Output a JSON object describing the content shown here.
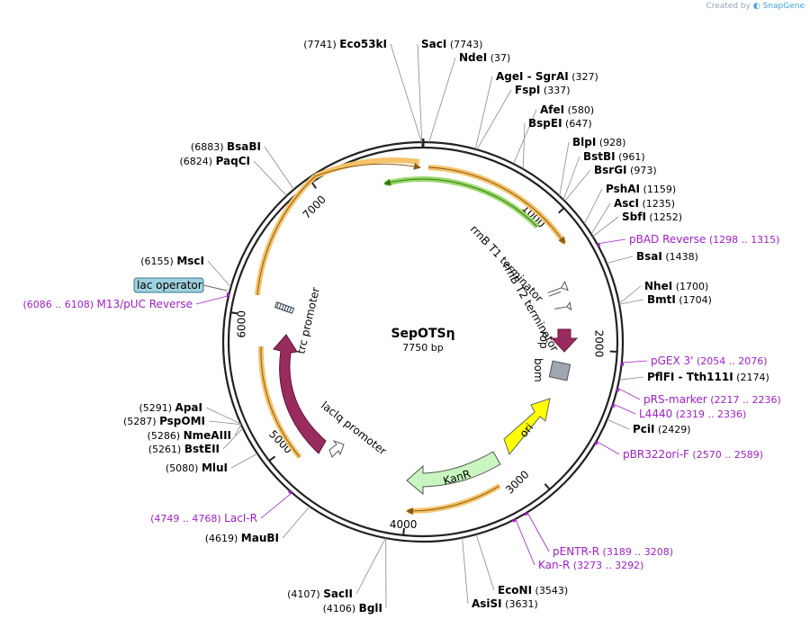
{
  "credit": {
    "prefix": "Created by",
    "brand": "SnapGene"
  },
  "plasmid": {
    "name": "SepOTSη",
    "length_label": "7750 bp",
    "length": 7750
  },
  "ticks": [
    {
      "label": "1000",
      "pos": 1000
    },
    {
      "label": "2000",
      "pos": 2000
    },
    {
      "label": "3000",
      "pos": 3000
    },
    {
      "label": "4000",
      "pos": 4000
    },
    {
      "label": "5000",
      "pos": 5000
    },
    {
      "label": "6000",
      "pos": 6000
    },
    {
      "label": "7000",
      "pos": 7000
    }
  ],
  "enzymes": [
    {
      "name": "Eco53kI",
      "pos_label": "(7741)",
      "pos": 7741
    },
    {
      "name": "SacI",
      "pos_label": "(7743)",
      "pos": 7743
    },
    {
      "name": "NdeI",
      "pos_label": "(37)",
      "pos": 37
    },
    {
      "name": "AgeI",
      "name2": "SgrAI",
      "pos_label": "(327)",
      "pos": 327
    },
    {
      "name": "FspI",
      "pos_label": "(337)",
      "pos": 337
    },
    {
      "name": "AfeI",
      "pos_label": "(580)",
      "pos": 580
    },
    {
      "name": "BspEI",
      "pos_label": "(647)",
      "pos": 647
    },
    {
      "name": "BlpI",
      "pos_label": "(928)",
      "pos": 928
    },
    {
      "name": "BstBI",
      "pos_label": "(961)",
      "pos": 961
    },
    {
      "name": "BsrGI",
      "pos_label": "(973)",
      "pos": 973
    },
    {
      "name": "PshAI",
      "pos_label": "(1159)",
      "pos": 1159
    },
    {
      "name": "AscI",
      "pos_label": "(1235)",
      "pos": 1235
    },
    {
      "name": "SbfI",
      "pos_label": "(1252)",
      "pos": 1252
    },
    {
      "name": "BsaI",
      "pos_label": "(1438)",
      "pos": 1438
    },
    {
      "name": "NheI",
      "pos_label": "(1700)",
      "pos": 1700
    },
    {
      "name": "BmtI",
      "pos_label": "(1704)",
      "pos": 1704
    },
    {
      "name": "PflFI",
      "name2": "Tth111I",
      "pos_label": "(2174)",
      "pos": 2174
    },
    {
      "name": "PciI",
      "pos_label": "(2429)",
      "pos": 2429
    },
    {
      "name": "EcoNI",
      "pos_label": "(3543)",
      "pos": 3543
    },
    {
      "name": "AsiSI",
      "pos_label": "(3631)",
      "pos": 3631
    },
    {
      "name": "SacII",
      "pos_label": "(4107)",
      "pos": 4107
    },
    {
      "name": "BglI",
      "pos_label": "(4106)",
      "pos": 4106
    },
    {
      "name": "MauBI",
      "pos_label": "(4619)",
      "pos": 4619
    },
    {
      "name": "MluI",
      "pos_label": "(5080)",
      "pos": 5080
    },
    {
      "name": "BstEII",
      "pos_label": "(5261)",
      "pos": 5261
    },
    {
      "name": "NmeAIII",
      "pos_label": "(5286)",
      "pos": 5286
    },
    {
      "name": "PspOMI",
      "pos_label": "(5287)",
      "pos": 5287
    },
    {
      "name": "ApaI",
      "pos_label": "(5291)",
      "pos": 5291
    },
    {
      "name": "MscI",
      "pos_label": "(6155)",
      "pos": 6155
    },
    {
      "name": "PaqCI",
      "pos_label": "(6824)",
      "pos": 6824
    },
    {
      "name": "BsaBI",
      "pos_label": "(6883)",
      "pos": 6883
    }
  ],
  "primers": [
    {
      "name": "pBAD Reverse",
      "range_label": "(1298 .. 1315)",
      "pos": 1306
    },
    {
      "name": "pGEX 3'",
      "range_label": "(2054 .. 2076)",
      "pos": 2065
    },
    {
      "name": "pRS-marker",
      "range_label": "(2217 .. 2236)",
      "pos": 2226
    },
    {
      "name": "L4440",
      "range_label": "(2319 .. 2336)",
      "pos": 2327
    },
    {
      "name": "pBR322ori-F",
      "range_label": "(2570 .. 2589)",
      "pos": 2579
    },
    {
      "name": "pENTR-R",
      "range_label": "(3189 .. 3208)",
      "pos": 3198
    },
    {
      "name": "Kan-R",
      "range_label": "(3273 .. 3292)",
      "pos": 3282
    },
    {
      "name": "LacI-R",
      "range_label": "(4749 .. 4768)",
      "pos": 4758
    },
    {
      "name": "M13/pUC Reverse",
      "range_label": "(6086 .. 6108)",
      "pos": 6097
    }
  ],
  "features": {
    "rrnB_T1": "rrnB T1 terminator",
    "rrnB_T2": "rrnB T2 terminator",
    "rop": "rop",
    "bom": "bom",
    "ori": "ori",
    "KanR": "KanR",
    "lacI": "lacI",
    "lacIq": "lacIq promoter",
    "trc": "trc promoter",
    "lac_operator": "lac operator"
  },
  "colors": {
    "backbone": "#222222",
    "orf_orange": "#f5c36a",
    "orf_edge": "#e89e1a",
    "green_arrow": "#9ed86b",
    "lacI": "#9a2b5e",
    "ori": "#ffff00",
    "kanR": "#c8f5c0",
    "primer": "#a020c8",
    "bom": "#9ea6b0",
    "lac_operator_fill": "#9fd0de"
  }
}
